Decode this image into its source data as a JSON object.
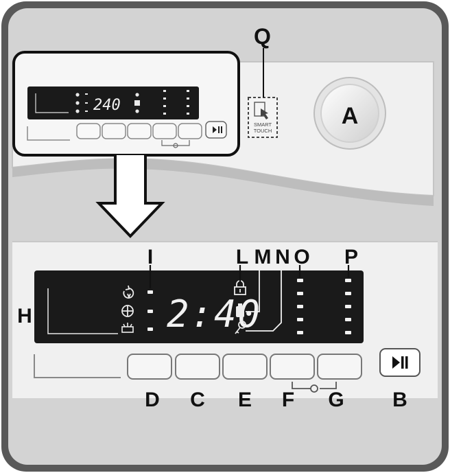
{
  "panel": {
    "time_display": "2:40",
    "time_display_small": "240",
    "smart_touch_label_1": "SMART",
    "smart_touch_label_2": "TOUCH"
  },
  "labels": {
    "A": "A",
    "B": "B",
    "C": "C",
    "D": "D",
    "E": "E",
    "F": "F",
    "G": "G",
    "H": "H",
    "I": "I",
    "L": "L",
    "M": "M",
    "N": "N",
    "O": "O",
    "P": "P",
    "Q": "Q"
  },
  "colors": {
    "outer_frame": "#595959",
    "panel_bg": "#d3d3d3",
    "display_bg": "#1a1a1a",
    "led": "#f2f2f2",
    "button_face": "#f4f4f4"
  },
  "icons": {
    "play_pause": "play-pause-icon",
    "lock": "door-lock-icon",
    "key": "child-lock-key-icon",
    "detergent": "detergent-icon",
    "spin": "spin-icon",
    "prewash": "prewash-icon",
    "smart_touch": "smart-touch-icon",
    "key_combo": "key-combo-icon"
  }
}
